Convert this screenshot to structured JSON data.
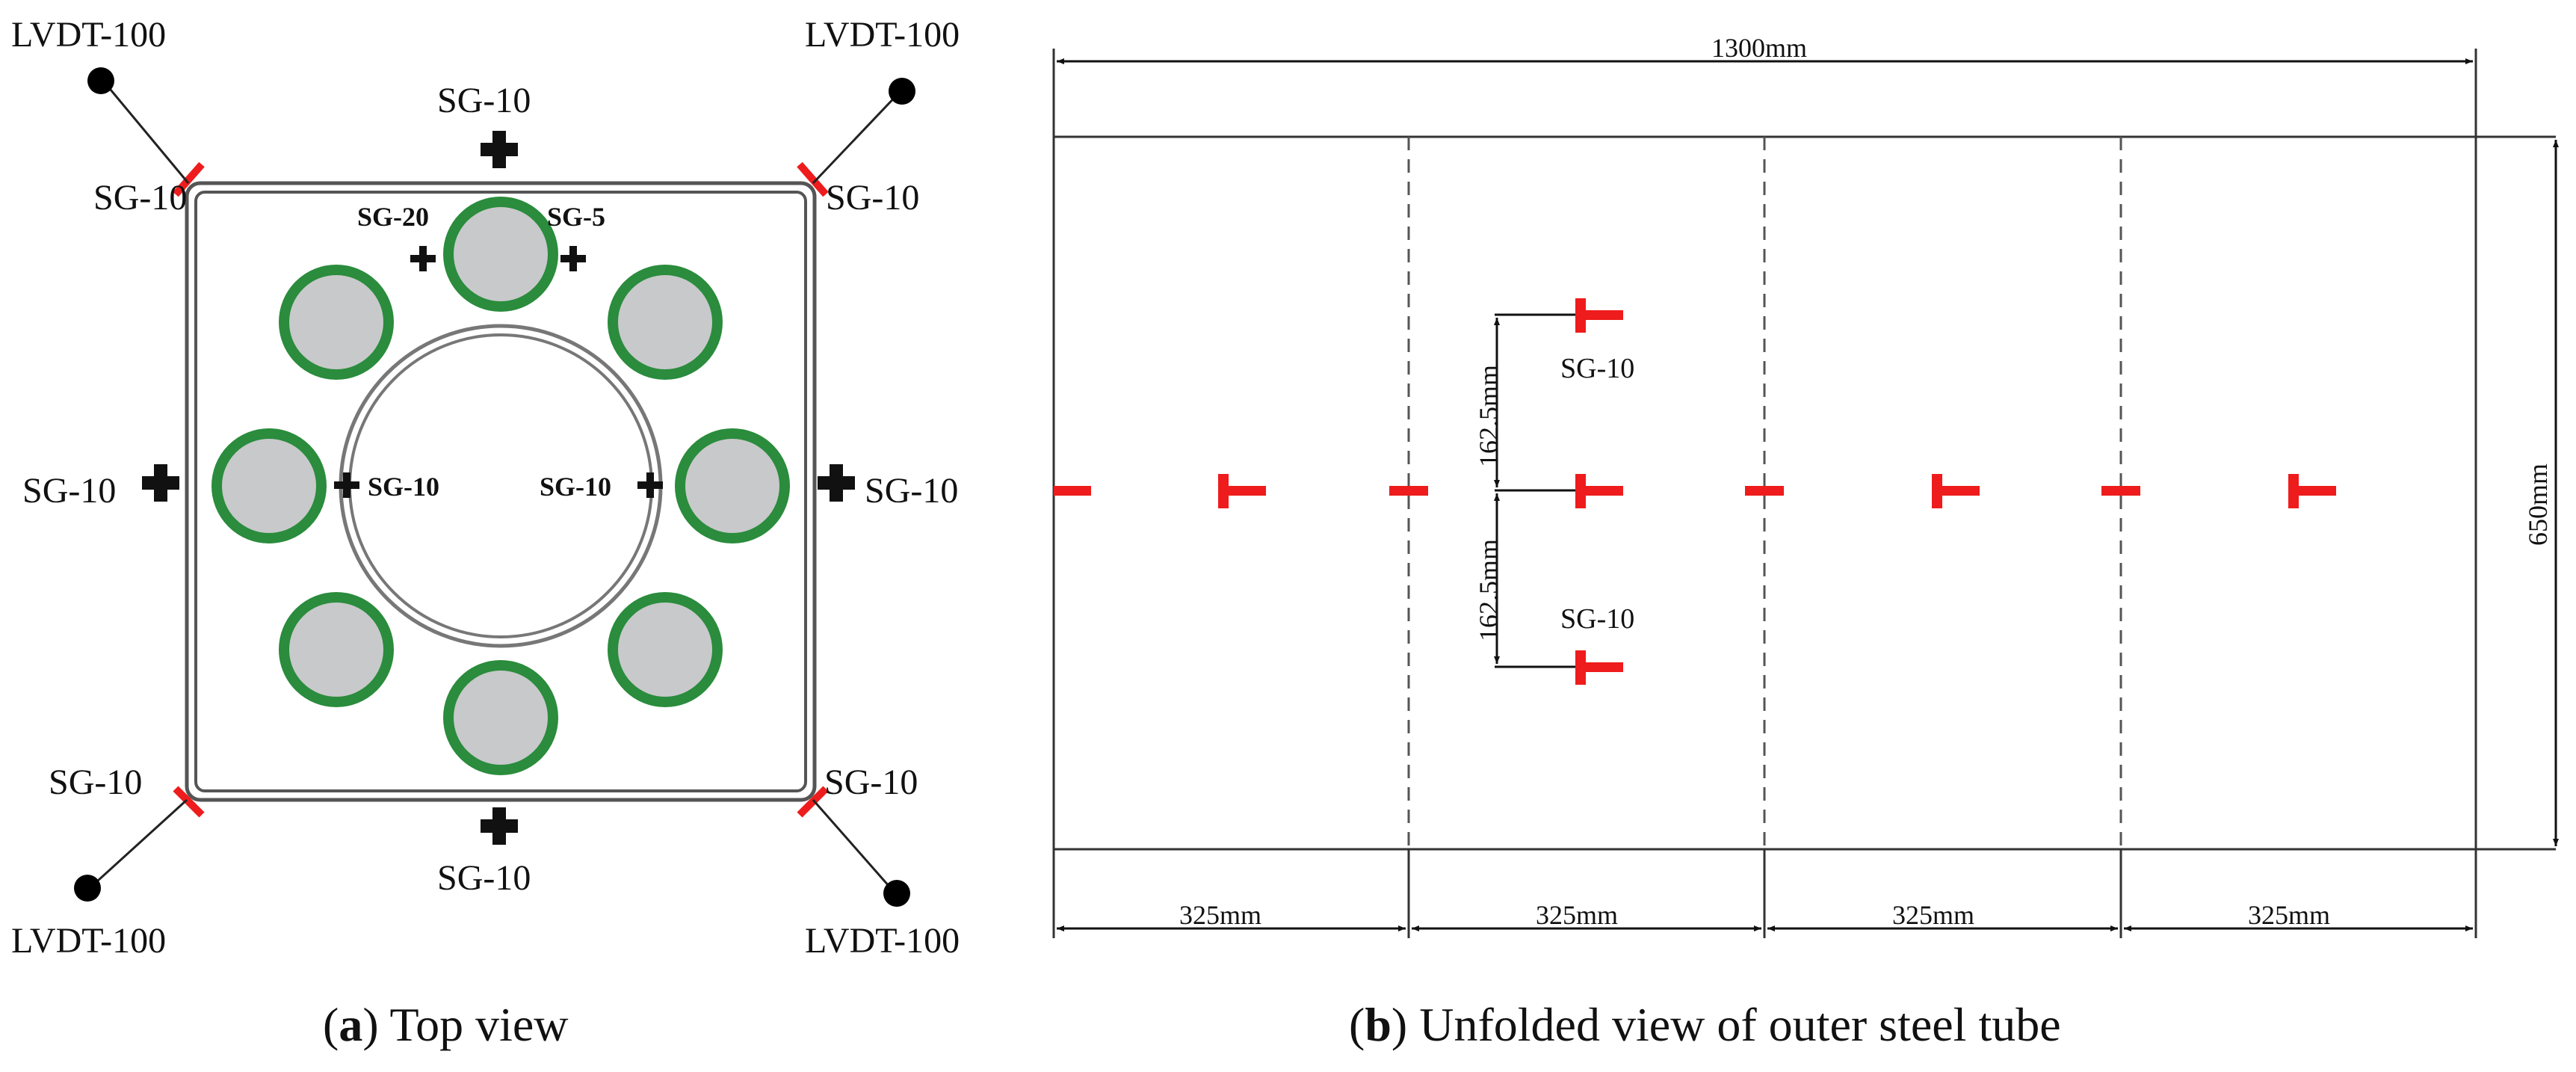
{
  "panel_a": {
    "lvdt_label": "LVDT-100",
    "sg10": "SG-10",
    "sg20": "SG-20",
    "sg5": "SG-5",
    "caption_letter": "a",
    "caption_text": " Top view"
  },
  "panel_b": {
    "dim_width": "1300mm",
    "dim_height": "650mm",
    "dim_segments": [
      "325mm",
      "325mm",
      "325mm",
      "325mm"
    ],
    "dim_vertical": [
      "162.5mm",
      "162.5mm"
    ],
    "sg_label": "SG-10",
    "caption_letter": "b",
    "caption_text": " Unfolded view of outer steel tube"
  },
  "colors": {
    "gauge_red": "#ee1c1c",
    "tube_green": "#2a8c3c",
    "concrete_grey": "#c8c9cb",
    "line": "#111111"
  }
}
